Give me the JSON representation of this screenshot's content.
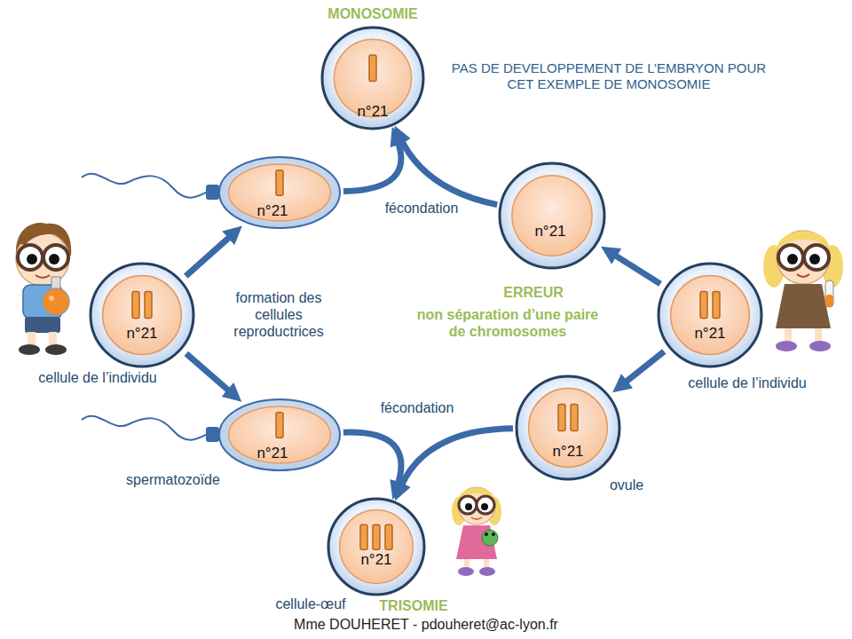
{
  "diagram": {
    "caption": "Mme DOUHERET - pdouheret@ac-lyon.fr",
    "nodes": [
      {
        "text": [
          "MONOSOMIE",
          "n°21"
        ]
      },
      {
        "text": [
          "n°21"
        ]
      },
      {
        "text": [
          "n°21"
        ]
      },
      {
        "text": [
          "n°21",
          "cellule de l’individu"
        ]
      },
      {
        "text": [
          "n°21",
          "cellule de l’individu"
        ]
      },
      {
        "text": [
          "n°21",
          "spermatozoïde"
        ]
      },
      {
        "text": [
          "n°21",
          "ovule"
        ]
      },
      {
        "text": [
          "n°21",
          "cellule-œuf",
          "TRISOMIE"
        ]
      }
    ],
    "edges": [
      {
        "from": 3,
        "to": 1,
        "arrow": "to"
      },
      {
        "from": 3,
        "to": 5,
        "arrow": "to"
      },
      {
        "from": 4,
        "to": 2,
        "arrow": "to"
      },
      {
        "from": 4,
        "to": 6,
        "arrow": "to"
      },
      {
        "from": 1,
        "to": 0,
        "arrow": "to",
        "label": "fécondation"
      },
      {
        "from": 2,
        "to": 0,
        "arrow": "to"
      },
      {
        "from": 5,
        "to": 7,
        "arrow": "to",
        "label": "fécondation"
      },
      {
        "from": 6,
        "to": 7,
        "arrow": "to"
      }
    ],
    "labels": [
      "PAS DE DEVELOPPEMENT DE L’EMBRYON POUR CET EXEMPLE DE MONOSOMIE",
      "formation des cellules reproductrices",
      "ERREUR",
      "non séparation d’une paire de chromosomes"
    ]
  }
}
